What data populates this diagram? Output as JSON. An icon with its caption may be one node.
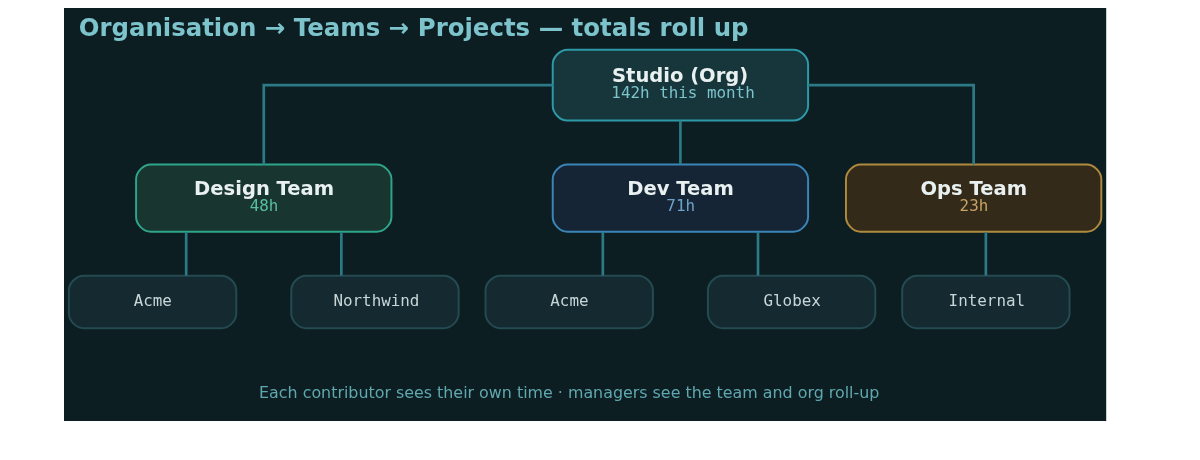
{
  "diagram": {
    "title": "Organisation → Teams → Projects — totals roll up",
    "caption": "Each contributor sees their own time · managers see the team and org roll-up",
    "nodes": [
      {
        "text": [
          "Studio (Org)",
          "142h this month"
        ]
      },
      {
        "text": [
          "Design Team",
          "48h"
        ]
      },
      {
        "text": [
          "Dev Team",
          "71h"
        ]
      },
      {
        "text": [
          "Ops Team",
          "23h"
        ]
      },
      {
        "text": [
          "Acme"
        ]
      },
      {
        "text": [
          "Northwind"
        ]
      },
      {
        "text": [
          "Acme"
        ]
      },
      {
        "text": [
          "Globex"
        ]
      },
      {
        "text": [
          "Internal"
        ]
      }
    ],
    "edges": [
      {
        "from": 0,
        "to": 1,
        "arrow": "none"
      },
      {
        "from": 0,
        "to": 2,
        "arrow": "none"
      },
      {
        "from": 0,
        "to": 3,
        "arrow": "none"
      },
      {
        "from": 1,
        "to": 4,
        "arrow": "none"
      },
      {
        "from": 1,
        "to": 5,
        "arrow": "none"
      },
      {
        "from": 2,
        "to": 6,
        "arrow": "none"
      },
      {
        "from": 2,
        "to": 7,
        "arrow": "none"
      },
      {
        "from": 3,
        "to": 8,
        "arrow": "none"
      }
    ]
  }
}
